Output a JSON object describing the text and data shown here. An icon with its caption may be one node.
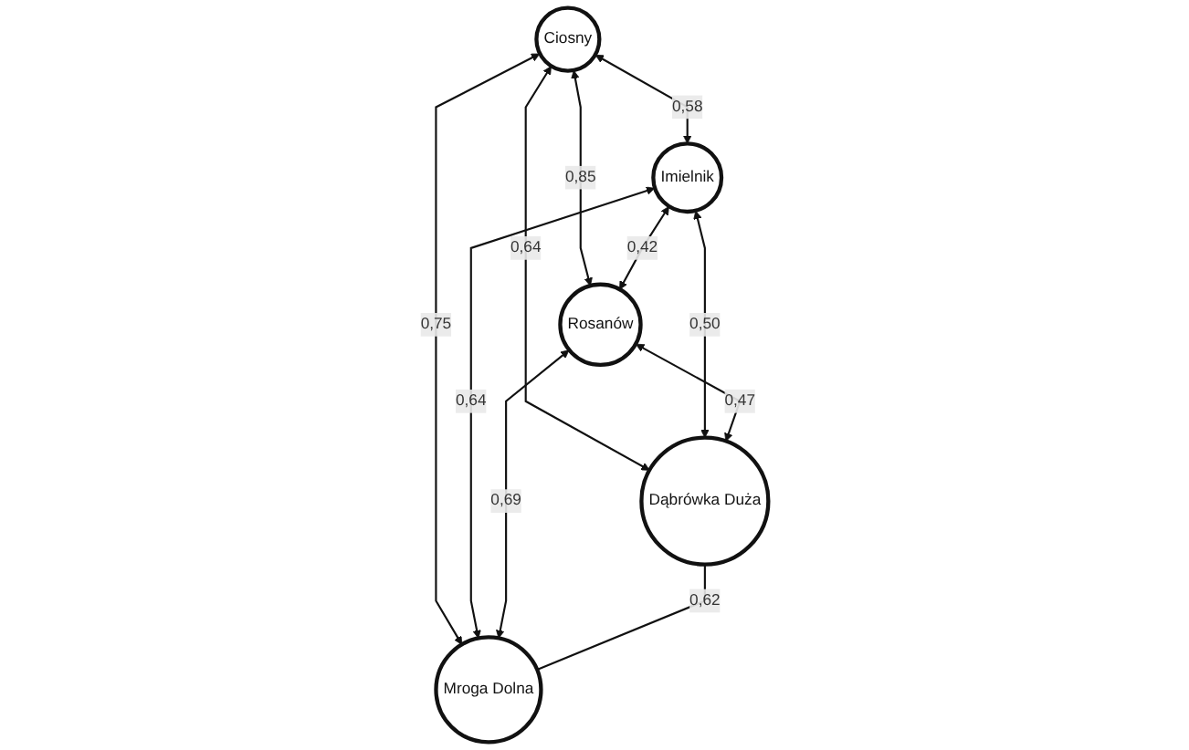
{
  "diagram": {
    "nodes": [
      {
        "text": [
          "Ciosny"
        ]
      },
      {
        "text": [
          "Imielnik"
        ]
      },
      {
        "text": [
          "Rosanów"
        ]
      },
      {
        "text": [
          "Dąbrówka Duża"
        ]
      },
      {
        "text": [
          "Mroga Dolna"
        ]
      }
    ],
    "edges": [
      {
        "from": 0,
        "to": 1,
        "arrow": "both",
        "label": "0,58"
      },
      {
        "from": 0,
        "to": 2,
        "arrow": "both",
        "label": "0,85"
      },
      {
        "from": 1,
        "to": 2,
        "arrow": "both",
        "label": "0,42"
      },
      {
        "from": 0,
        "to": 3,
        "arrow": "both",
        "label": "0,64"
      },
      {
        "from": 1,
        "to": 3,
        "arrow": "both",
        "label": "0,50"
      },
      {
        "from": 2,
        "to": 3,
        "arrow": "both",
        "label": "0,47"
      },
      {
        "from": 0,
        "to": 4,
        "arrow": "both",
        "label": "0,75"
      },
      {
        "from": 1,
        "to": 4,
        "arrow": "both",
        "label": "0,64"
      },
      {
        "from": 2,
        "to": 4,
        "arrow": "both",
        "label": "0,69"
      },
      {
        "from": 3,
        "to": 4,
        "arrow": "none",
        "label": "0,62"
      }
    ]
  }
}
